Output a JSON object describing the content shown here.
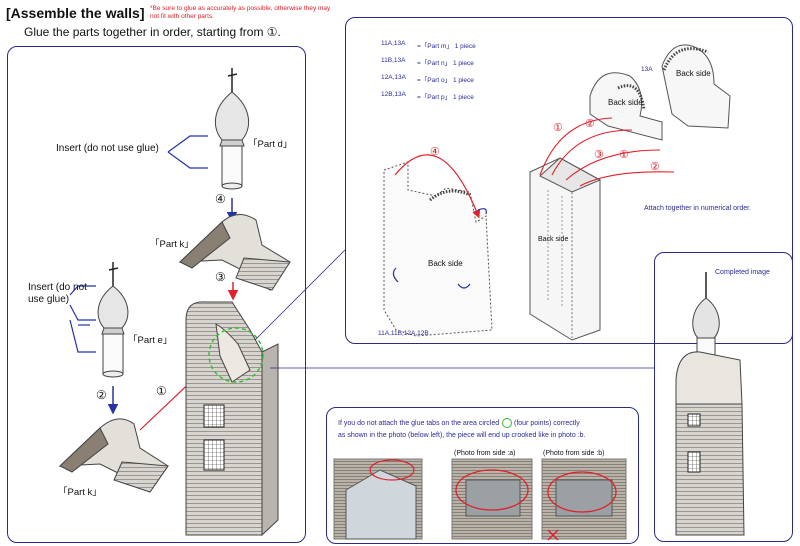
{
  "header": {
    "title": "[Assemble the walls]",
    "note": "*Be sure to glue as accurately as possible, otherwise they may not fit with other parts.",
    "subtitle": "Glue the parts together in order, starting from ①."
  },
  "left": {
    "insert_d": "Insert (do not use glue)",
    "part_d": "「Part d」",
    "step4": "④",
    "part_k_top": "「Part k」",
    "step3": "③",
    "insert_e_line1": "Insert (do not",
    "insert_e_line2": "use glue)",
    "part_e": "「Part e」",
    "step2": "②",
    "step1": "①",
    "part_k_bottom": "「Part k」"
  },
  "parts_list": [
    {
      "code": "11A,13A",
      "part": "=「Part m」 1 piece"
    },
    {
      "code": "11B,13A",
      "part": "=「Part n」 1 piece"
    },
    {
      "code": "12A,13A",
      "part": "=「Part o」 1 piece"
    },
    {
      "code": "12B,13A",
      "part": "=「Part p」 1 piece"
    }
  ],
  "diagram": {
    "code_13a": "13A",
    "back_side_1": "Back side",
    "back_side_2": "Back side",
    "back_side_3": "Back side",
    "back_side_4": "Back side",
    "step4": "④",
    "step1a": "①",
    "step1b": "①",
    "step2a": "②",
    "step2b": "②",
    "step3": "③",
    "parts_code": "11A,11B,12A,12B",
    "attach_note": "Attach together in numerical order."
  },
  "completed": {
    "label": "Completed image"
  },
  "warning": {
    "line1": "If you do not attach the glue tabs on the area circled",
    "line1b": "(four points) correctly",
    "line2": "as shown in the photo (below left), the piece will end up crooked like in photo :b.",
    "photo_a": "(Photo from side :a)",
    "photo_b": "(Photo from side :b)"
  },
  "colors": {
    "panel_border": "#2a2a8a",
    "accent_red": "#e0202a",
    "arrow_blue": "#2233aa",
    "circle_green": "#33bb33"
  }
}
